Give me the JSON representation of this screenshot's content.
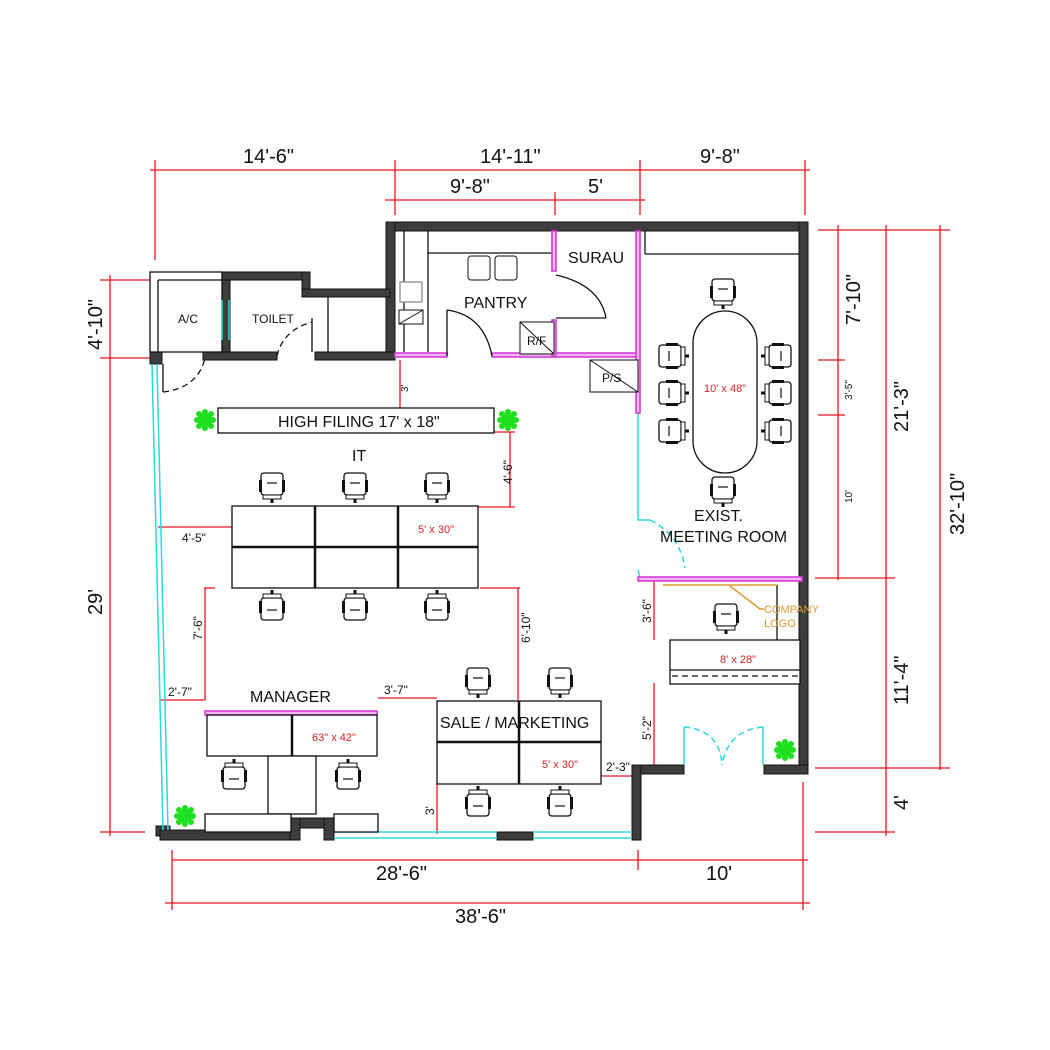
{
  "plan": {
    "rooms": {
      "ac": "A/C",
      "toilet": "TOILET",
      "pantry": "PANTRY",
      "surau": "SURAU",
      "rf": "R/F",
      "ps": "P/S",
      "meeting_line1": "EXIST.",
      "meeting_line2": "MEETING ROOM",
      "it": "IT",
      "manager": "MANAGER",
      "sales": "SALE / MARKETING"
    },
    "furniture": {
      "high_filing": "HIGH FILING 17' x 18\"",
      "meeting_table": "10' x 48\"",
      "it_desk": "5' x 30\"",
      "manager_desk": "63\" x 42\"",
      "sales_desk": "5' x 30\"",
      "reception_desk": "8' x 28\"",
      "logo_line1": "COMPANY",
      "logo_line2": "LOGO"
    },
    "dimensions": {
      "top_left": "14'-6\"",
      "top_mid": "14'-11\"",
      "top_right": "9'-8\"",
      "top_sub1": "9'-8\"",
      "top_sub2": "5'",
      "left_top": "4'-10\"",
      "left_main": "29'",
      "right_a": "7'-10\"",
      "right_b": "3'-5\"",
      "right_c": "10'",
      "right_mid": "21'-3\"",
      "right_total": "32'-10\"",
      "right_lower": "11'-4\"",
      "right_bottom": "4'",
      "bottom_left": "28'-6\"",
      "bottom_right": "10'",
      "bottom_total": "38'-6\"",
      "gap_3": "3'",
      "gap_4_6": "4'-6\"",
      "gap_4_5": "4'-5\"",
      "gap_7_6": "7'-6\"",
      "gap_6_10": "6'-10\"",
      "gap_2_7": "2'-7\"",
      "gap_3_7": "3'-7\"",
      "gap_3b": "3'",
      "gap_2_3": "2'-3\"",
      "gap_3_6": "3'-6\"",
      "gap_5_2": "5'-2\""
    }
  }
}
